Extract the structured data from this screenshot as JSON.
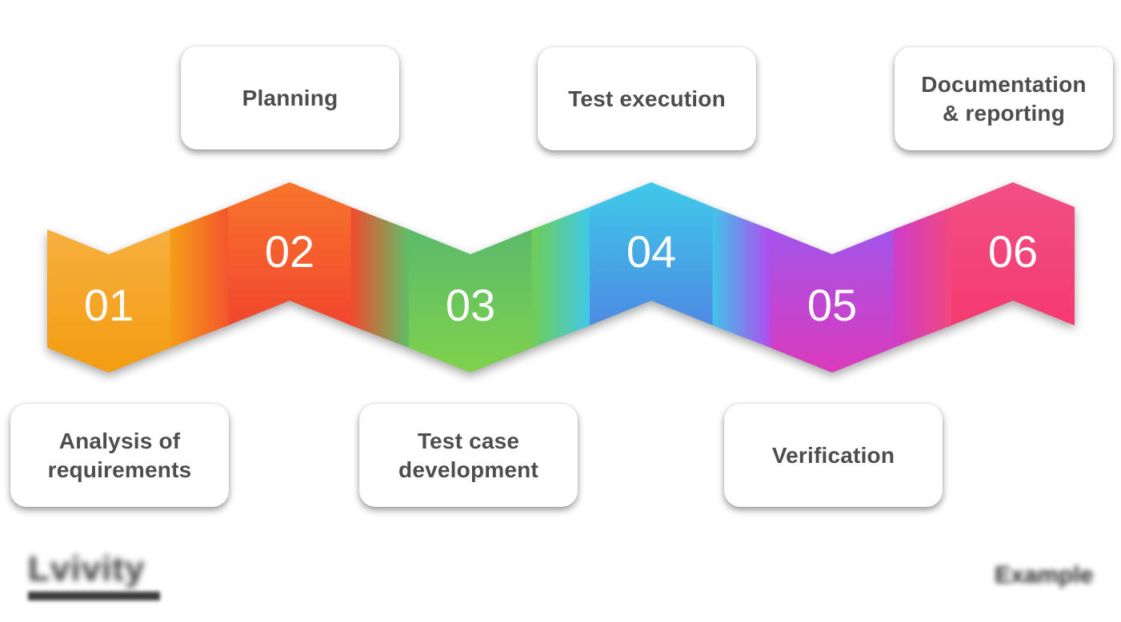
{
  "diagram": {
    "kind": "software-testing-process-zigzag",
    "background_color": "#ffffff",
    "card_text_color": "#4d4d4d",
    "number_text_color": "#ffffff"
  },
  "steps": [
    {
      "number": "01",
      "card": {
        "lines": [
          "Analysis of",
          "requirements"
        ]
      },
      "gradient": {
        "top": "#F6AF3E",
        "bottom": "#F49C12"
      }
    },
    {
      "number": "02",
      "card": {
        "lines": [
          "Planning"
        ]
      },
      "gradient": {
        "top": "#F8752B",
        "bottom": "#F1462F"
      }
    },
    {
      "number": "03",
      "card": {
        "lines": [
          "Test case",
          "development"
        ]
      },
      "gradient": {
        "top": "#5BBA6C",
        "bottom": "#7FD24B"
      }
    },
    {
      "number": "04",
      "card": {
        "lines": [
          "Test execution"
        ]
      },
      "gradient": {
        "top": "#3FC9E9",
        "bottom": "#4D8BE3"
      }
    },
    {
      "number": "05",
      "card": {
        "lines": [
          "Verification"
        ]
      },
      "gradient": {
        "top": "#A355E9",
        "bottom": "#DA3ABC"
      }
    },
    {
      "number": "06",
      "card": {
        "lines": [
          "Documentation",
          "& reporting"
        ]
      },
      "gradient": {
        "top": "#F05087",
        "bottom": "#F53A6E"
      }
    }
  ],
  "connectors": [
    {
      "from": "#F49E16",
      "to": "#F3572C"
    },
    {
      "from": "#F24A2E",
      "to": "#60BE66"
    },
    {
      "from": "#70CD54",
      "to": "#3FC9E9"
    },
    {
      "from": "#42C4E8",
      "to": "#B04BEF"
    },
    {
      "from": "#CF3DC9",
      "to": "#F1487F"
    }
  ],
  "footer": {
    "left_logo_text": "Lvivity",
    "right_watermark_text": "Example"
  }
}
